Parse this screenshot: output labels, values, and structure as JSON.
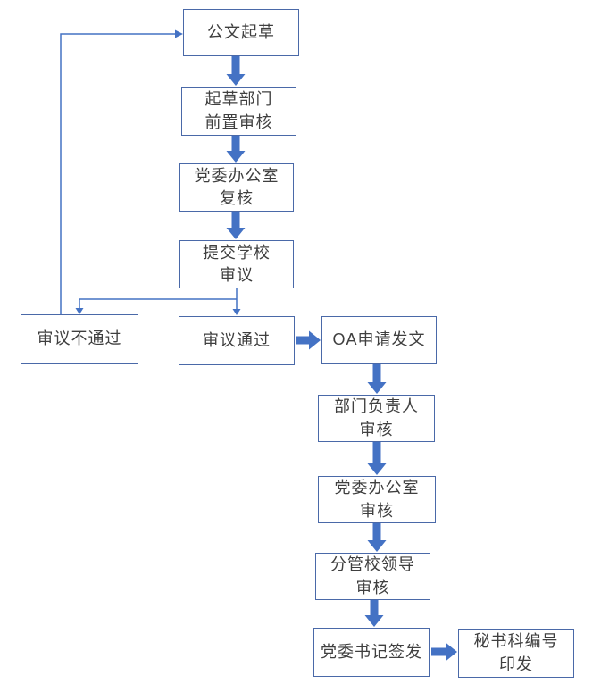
{
  "colors": {
    "arrow_blue": "#4472C4",
    "box_border_blue": "#4a69a8",
    "text_gray": "#3f3f3f",
    "background": "#ffffff"
  },
  "diagram": {
    "type": "flowchart",
    "nodes": {
      "draft": {
        "label": "公文起草"
      },
      "dept_pre_review": {
        "label": "起草部门\n前置审核"
      },
      "office_recheck": {
        "label": "党委办公室\n复核"
      },
      "submit_school_review": {
        "label": "提交学校\n审议"
      },
      "review_rejected": {
        "label": "审议不通过"
      },
      "review_passed": {
        "label": "审议通过"
      },
      "oa_apply": {
        "label": "OA申请发文"
      },
      "dept_head_review": {
        "label": "部门负责人\n审核"
      },
      "office_review": {
        "label": "党委办公室\n审核"
      },
      "school_leader_review": {
        "label": "分管校领导\n审核"
      },
      "secretary_sign": {
        "label": "党委书记签发"
      },
      "numbering_issue": {
        "label": "秘书科编号\n印发"
      }
    },
    "edges": [
      {
        "from": "draft",
        "to": "dept_pre_review",
        "style": "thick-arrow"
      },
      {
        "from": "dept_pre_review",
        "to": "office_recheck",
        "style": "thick-arrow"
      },
      {
        "from": "office_recheck",
        "to": "submit_school_review",
        "style": "thick-arrow"
      },
      {
        "from": "submit_school_review",
        "to": "review_rejected",
        "style": "thin-arrow"
      },
      {
        "from": "submit_school_review",
        "to": "review_passed",
        "style": "thin-arrow"
      },
      {
        "from": "review_rejected",
        "to": "draft",
        "style": "thin-arrow"
      },
      {
        "from": "review_passed",
        "to": "oa_apply",
        "style": "thick-arrow"
      },
      {
        "from": "oa_apply",
        "to": "dept_head_review",
        "style": "thick-arrow"
      },
      {
        "from": "dept_head_review",
        "to": "office_review",
        "style": "thick-arrow"
      },
      {
        "from": "office_review",
        "to": "school_leader_review",
        "style": "thick-arrow"
      },
      {
        "from": "school_leader_review",
        "to": "secretary_sign",
        "style": "thick-arrow"
      },
      {
        "from": "secretary_sign",
        "to": "numbering_issue",
        "style": "thick-arrow"
      }
    ]
  }
}
